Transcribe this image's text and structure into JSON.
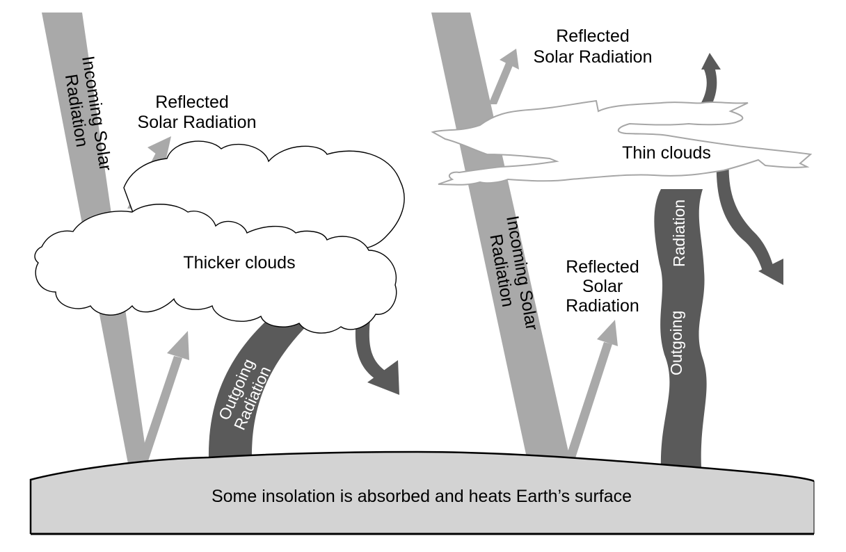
{
  "colors": {
    "incoming": "#a9a9a9",
    "reflected": "#a9a9a9",
    "outgoing": "#5a5a5a",
    "ground": "#d3d3d3",
    "thin_cloud_stroke": "#a6a6a6"
  },
  "left_panel": {
    "incoming_label": [
      "Incoming Solar",
      "Radiation"
    ],
    "reflected_label": [
      "Reflected",
      "Solar Radiation"
    ],
    "cloud_label": "Thicker clouds",
    "outgoing_label": [
      "Outgoing",
      "Radiation"
    ]
  },
  "right_panel": {
    "reflected_top_label": [
      "Reflected",
      "Solar Radiation"
    ],
    "cloud_label": "Thin clouds",
    "incoming_label": [
      "Incoming Solar",
      "Radiation"
    ],
    "reflected_ground_label": [
      "Reflected",
      "Solar",
      "Radiation"
    ],
    "outgoing_label_upper": "Radiation",
    "outgoing_label_lower": "Outgoing"
  },
  "ground": {
    "label": "Some insolation is absorbed and heats Earth’s surface"
  }
}
